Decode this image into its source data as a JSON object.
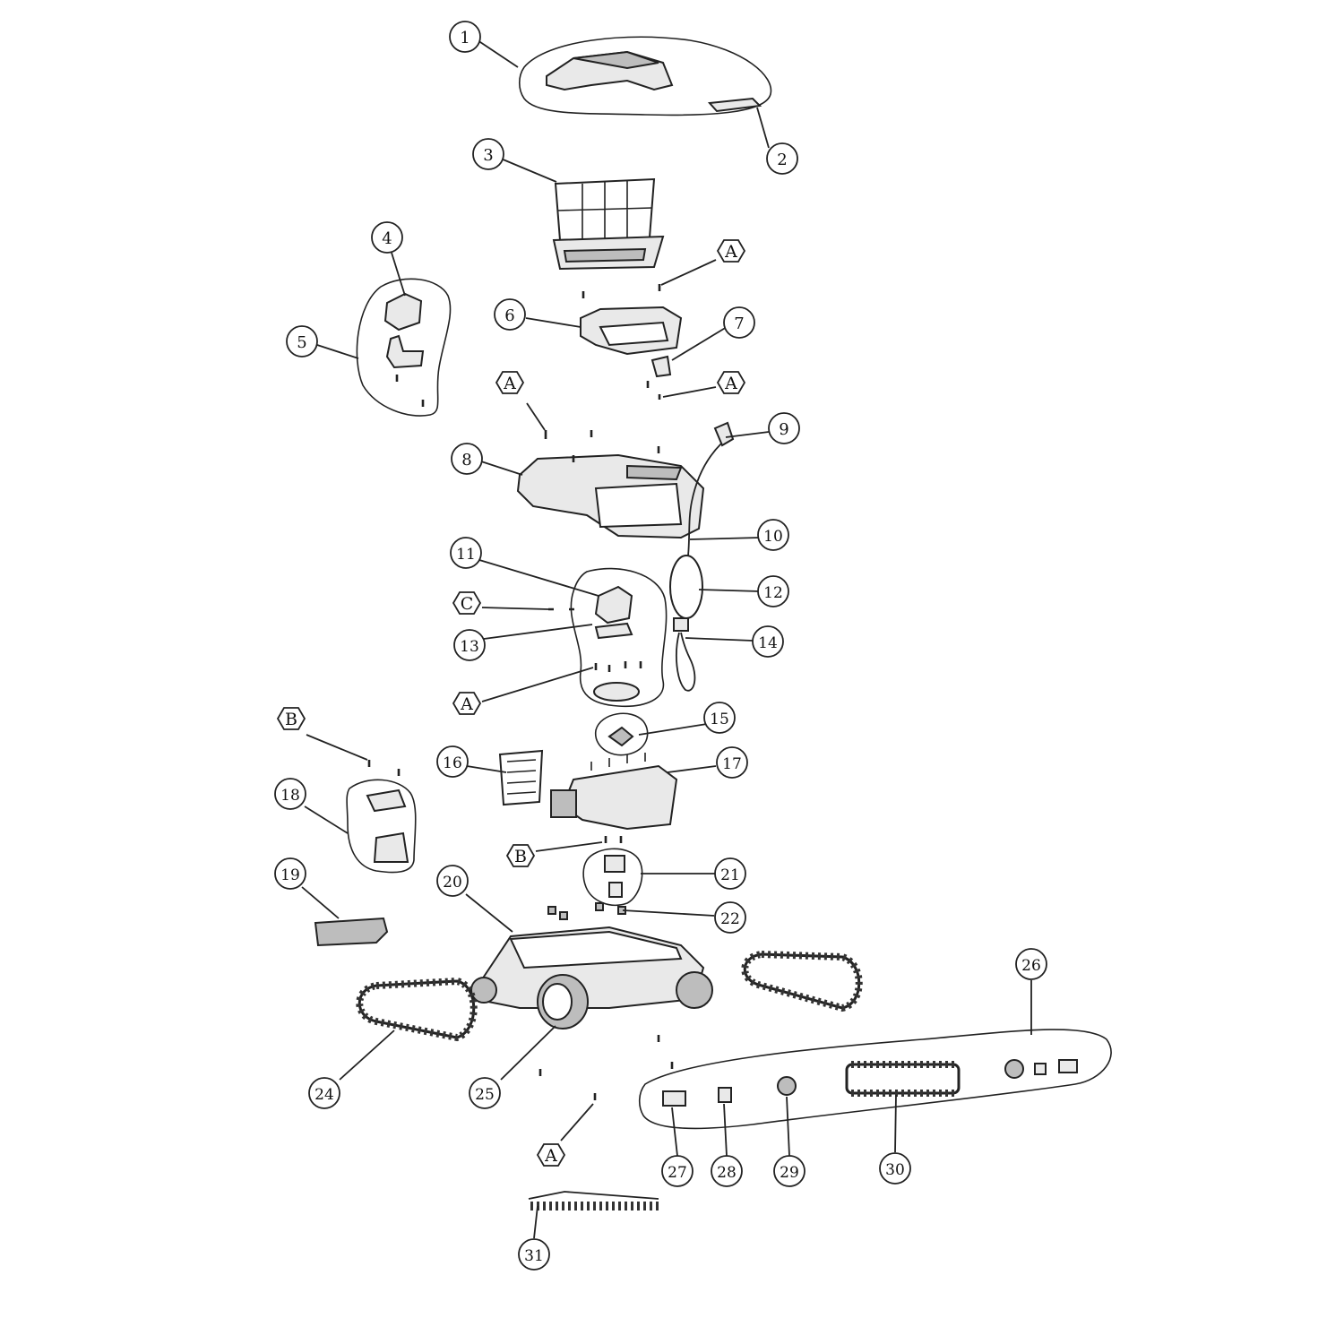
{
  "diagram": {
    "callouts": [
      {
        "id": "c1",
        "label": "1"
      },
      {
        "id": "c2",
        "label": "2"
      },
      {
        "id": "c3",
        "label": "3"
      },
      {
        "id": "c4",
        "label": "4"
      },
      {
        "id": "c5",
        "label": "5"
      },
      {
        "id": "c6",
        "label": "6"
      },
      {
        "id": "c7",
        "label": "7"
      },
      {
        "id": "c8",
        "label": "8"
      },
      {
        "id": "c9",
        "label": "9"
      },
      {
        "id": "c10",
        "label": "10"
      },
      {
        "id": "c11",
        "label": "11"
      },
      {
        "id": "c12",
        "label": "12"
      },
      {
        "id": "c13",
        "label": "13"
      },
      {
        "id": "c14",
        "label": "14"
      },
      {
        "id": "c15",
        "label": "15"
      },
      {
        "id": "c16",
        "label": "16"
      },
      {
        "id": "c17",
        "label": "17"
      },
      {
        "id": "c18",
        "label": "18"
      },
      {
        "id": "c19",
        "label": "19"
      },
      {
        "id": "c20",
        "label": "20"
      },
      {
        "id": "c21",
        "label": "21"
      },
      {
        "id": "c22",
        "label": "22"
      },
      {
        "id": "c24",
        "label": "24"
      },
      {
        "id": "c25",
        "label": "25"
      },
      {
        "id": "c26",
        "label": "26"
      },
      {
        "id": "c27",
        "label": "27"
      },
      {
        "id": "c28",
        "label": "28"
      },
      {
        "id": "c29",
        "label": "29"
      },
      {
        "id": "c30",
        "label": "30"
      },
      {
        "id": "c31",
        "label": "31"
      }
    ],
    "hardware_tags": [
      {
        "id": "hA1",
        "label": "A"
      },
      {
        "id": "hA2",
        "label": "A"
      },
      {
        "id": "hA3",
        "label": "A"
      },
      {
        "id": "hA4",
        "label": "A"
      },
      {
        "id": "hA5",
        "label": "A"
      },
      {
        "id": "hB1",
        "label": "B"
      },
      {
        "id": "hB2",
        "label": "B"
      },
      {
        "id": "hC1",
        "label": "C"
      }
    ]
  }
}
